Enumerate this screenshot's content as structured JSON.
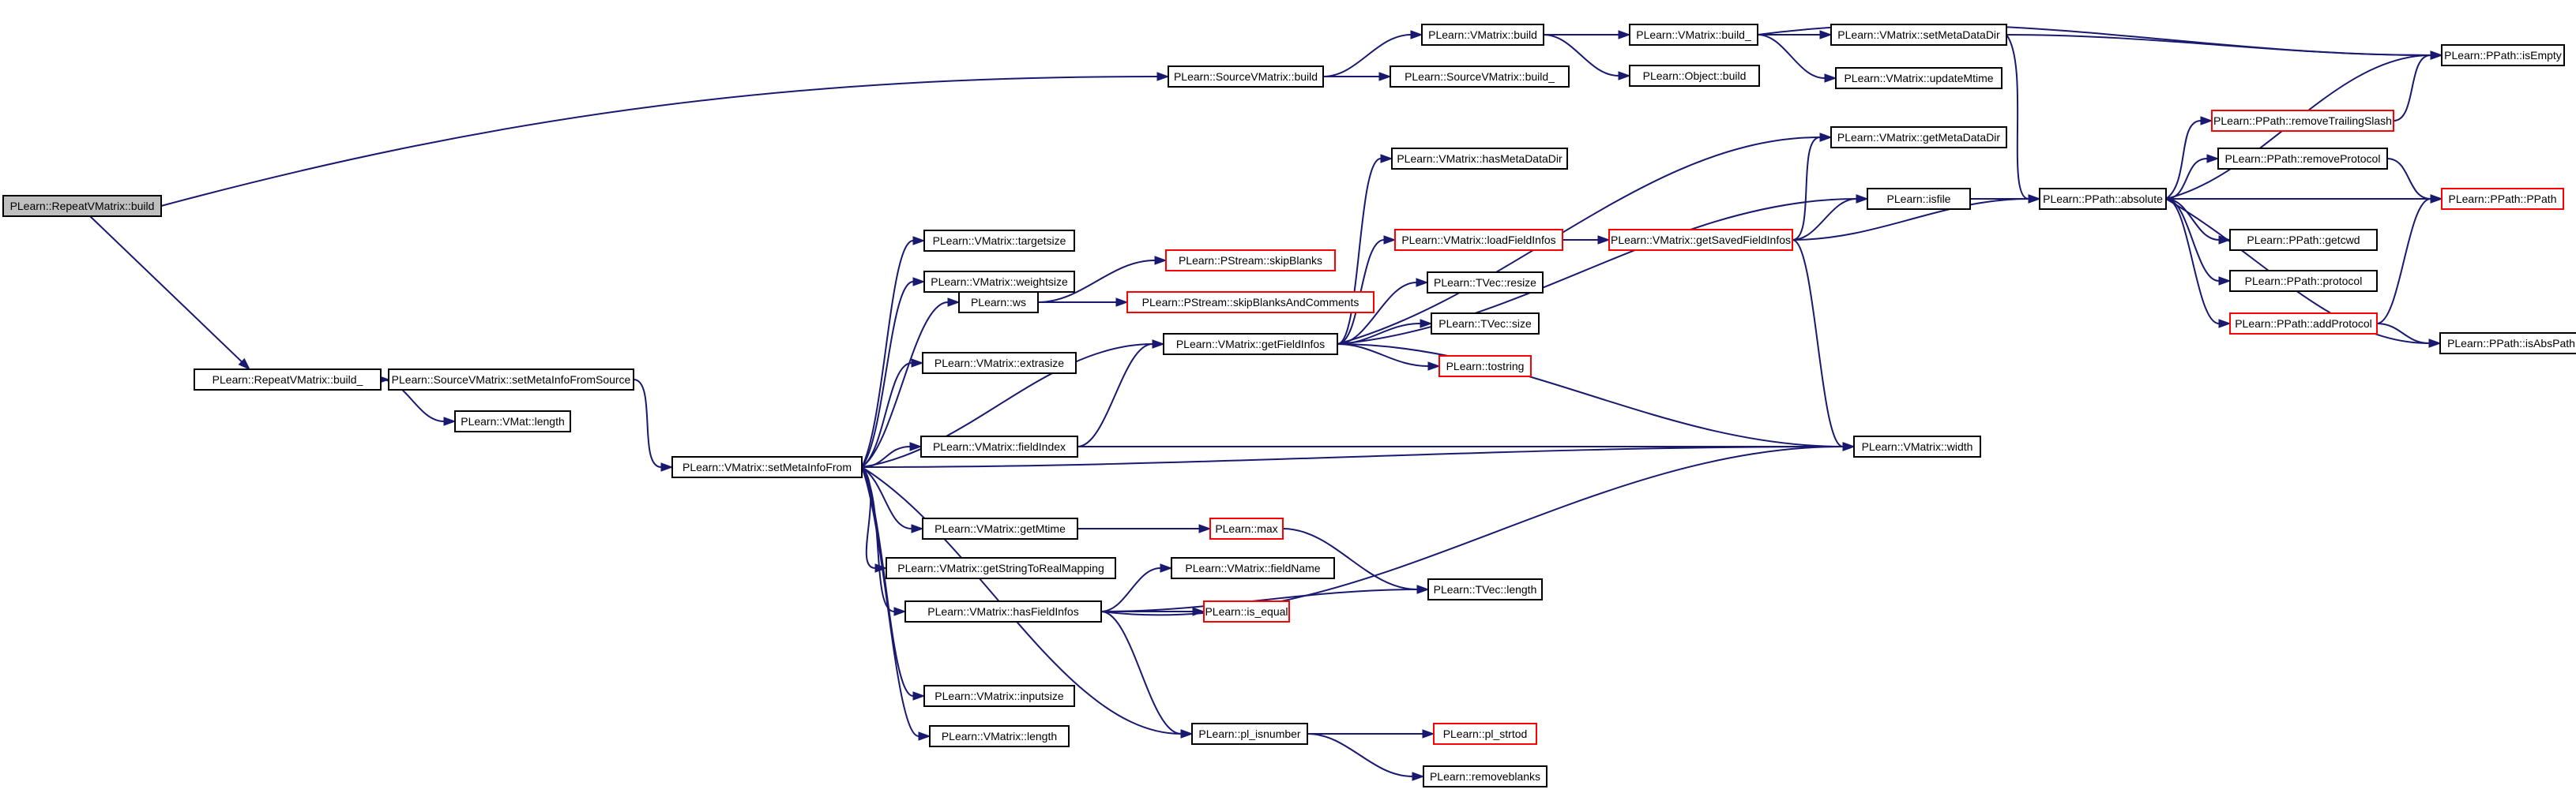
{
  "graph": {
    "type": "call-graph",
    "edge_color": "#191970",
    "truncated_node_border": "#ff0000",
    "normal_node_border": "#000000",
    "root_fill": "#bfbfbf",
    "nodes": [
      {
        "id": "n0",
        "label": "PLearn::RepeatVMatrix::build",
        "root": true
      },
      {
        "id": "n1",
        "label": "PLearn::SourceVMatrix::build"
      },
      {
        "id": "n2",
        "label": "PLearn::VMatrix::build"
      },
      {
        "id": "n3",
        "label": "PLearn::VMatrix::build_"
      },
      {
        "id": "n4",
        "label": "PLearn::Object::build"
      },
      {
        "id": "n5",
        "label": "PLearn::VMatrix::setMetaDataDir"
      },
      {
        "id": "n6",
        "label": "PLearn::VMatrix::updateMtime"
      },
      {
        "id": "n7",
        "label": "PLearn::PPath::isEmpty"
      },
      {
        "id": "n8",
        "label": "PLearn::SourceVMatrix::build_"
      },
      {
        "id": "n9",
        "label": "PLearn::PPath::removeTrailingSlash",
        "truncated": true
      },
      {
        "id": "n10",
        "label": "PLearn::VMatrix::getMetaDataDir"
      },
      {
        "id": "n11",
        "label": "PLearn::VMatrix::hasMetaDataDir"
      },
      {
        "id": "n12",
        "label": "PLearn::PPath::removeProtocol"
      },
      {
        "id": "n13",
        "label": "PLearn::isfile"
      },
      {
        "id": "n14",
        "label": "PLearn::PPath::absolute"
      },
      {
        "id": "n15",
        "label": "PLearn::PPath::PPath",
        "truncated": true
      },
      {
        "id": "n16",
        "label": "PLearn::VMatrix::loadFieldInfos",
        "truncated": true
      },
      {
        "id": "n17",
        "label": "PLearn::VMatrix::getSavedFieldInfos",
        "truncated": true
      },
      {
        "id": "n18",
        "label": "PLearn::PPath::getcwd"
      },
      {
        "id": "n19",
        "label": "PLearn::VMatrix::targetsize"
      },
      {
        "id": "n20",
        "label": "PLearn::PStream::skipBlanks",
        "truncated": true
      },
      {
        "id": "n21",
        "label": "PLearn::VMatrix::weightsize"
      },
      {
        "id": "n22",
        "label": "PLearn::TVec::resize"
      },
      {
        "id": "n23",
        "label": "PLearn::PPath::protocol"
      },
      {
        "id": "n24",
        "label": "PLearn::ws"
      },
      {
        "id": "n25",
        "label": "PLearn::PStream::skipBlanksAndComments",
        "truncated": true
      },
      {
        "id": "n26",
        "label": "PLearn::TVec::size"
      },
      {
        "id": "n27",
        "label": "PLearn::PPath::addProtocol",
        "truncated": true
      },
      {
        "id": "n28",
        "label": "PLearn::VMatrix::getFieldInfos"
      },
      {
        "id": "n29",
        "label": "PLearn::PPath::isAbsPath"
      },
      {
        "id": "n30",
        "label": "PLearn::VMatrix::extrasize"
      },
      {
        "id": "n31",
        "label": "PLearn::tostring",
        "truncated": true
      },
      {
        "id": "n32",
        "label": "PLearn::RepeatVMatrix::build_"
      },
      {
        "id": "n33",
        "label": "PLearn::SourceVMatrix::setMetaInfoFromSource"
      },
      {
        "id": "n34",
        "label": "PLearn::VMat::length"
      },
      {
        "id": "n35",
        "label": "PLearn::VMatrix::fieldIndex"
      },
      {
        "id": "n36",
        "label": "PLearn::VMatrix::width"
      },
      {
        "id": "n37",
        "label": "PLearn::VMatrix::setMetaInfoFrom"
      },
      {
        "id": "n38",
        "label": "PLearn::VMatrix::getMtime"
      },
      {
        "id": "n39",
        "label": "PLearn::max",
        "truncated": true
      },
      {
        "id": "n40",
        "label": "PLearn::VMatrix::getStringToRealMapping"
      },
      {
        "id": "n41",
        "label": "PLearn::VMatrix::fieldName"
      },
      {
        "id": "n42",
        "label": "PLearn::TVec::length"
      },
      {
        "id": "n43",
        "label": "PLearn::VMatrix::hasFieldInfos"
      },
      {
        "id": "n44",
        "label": "PLearn::is_equal",
        "truncated": true
      },
      {
        "id": "n45",
        "label": "PLearn::VMatrix::inputsize"
      },
      {
        "id": "n46",
        "label": "PLearn::VMatrix::length"
      },
      {
        "id": "n47",
        "label": "PLearn::pl_isnumber"
      },
      {
        "id": "n48",
        "label": "PLearn::pl_strtod",
        "truncated": true
      },
      {
        "id": "n49",
        "label": "PLearn::removeblanks"
      }
    ]
  }
}
